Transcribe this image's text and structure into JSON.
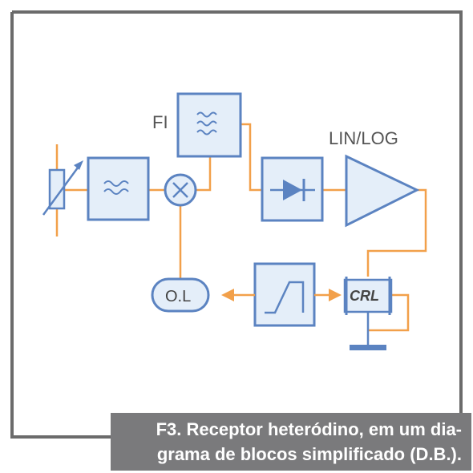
{
  "labels": {
    "fi": "FI",
    "lin_log": "LIN/LOG",
    "ol": "O.L",
    "crl": "CRL"
  },
  "caption": {
    "line1": "F3. Receptor heteródino, em um dia-",
    "line2": "grama de blocos simplificado (D.B.)."
  },
  "colors": {
    "block_stroke": "#5b83c1",
    "block_fill": "#e4eef9",
    "wire": "#f2a04a",
    "frame": "#6b6b6b",
    "caption_bg": "#7a7a7c"
  }
}
